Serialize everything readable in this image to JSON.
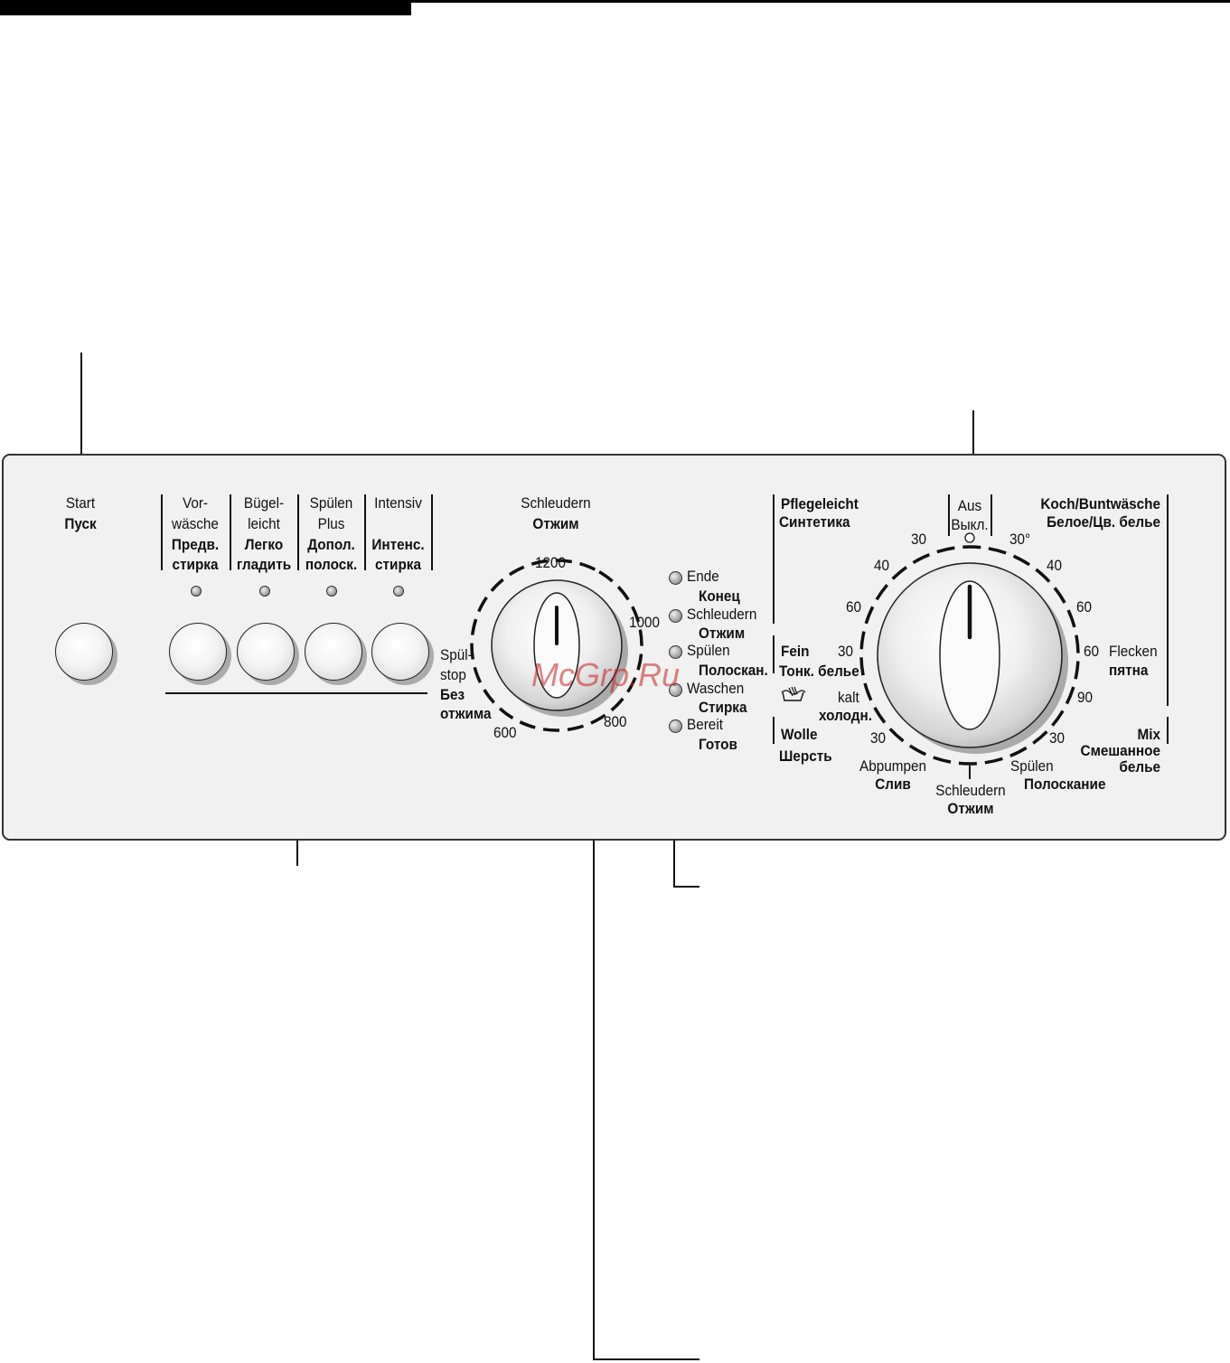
{
  "watermark": "McGrp.Ru",
  "start": {
    "de": "Start",
    "ru": "Пуск"
  },
  "options": [
    {
      "de1": "Vor-",
      "de2": "wäsche",
      "ru1": "Предв.",
      "ru2": "стирка"
    },
    {
      "de1": "Bügel-",
      "de2": "leicht",
      "ru1": "Легко",
      "ru2": "гладить"
    },
    {
      "de1": "Spülen",
      "de2": "Plus",
      "ru1": "Допол.",
      "ru2": "полоск."
    },
    {
      "de1": "Intensiv",
      "de2": "",
      "ru1": "Интенс.",
      "ru2": "стирка"
    }
  ],
  "spin": {
    "title_de": "Schleudern",
    "title_ru": "Отжим",
    "v1200": "1200",
    "v1000": "1000",
    "v800": "800",
    "v600": "600",
    "stop_de1": "Spül-",
    "stop_de2": "stop",
    "stop_ru1": "Без",
    "stop_ru2": "отжима"
  },
  "status": [
    {
      "de": "Ende",
      "ru": "Конец"
    },
    {
      "de": "Schleudern",
      "ru": "Отжим"
    },
    {
      "de": "Spülen",
      "ru": "Полоскан."
    },
    {
      "de": "Waschen",
      "ru": "Стирка"
    },
    {
      "de": "Bereit",
      "ru": "Готов"
    }
  ],
  "program": {
    "off_de": "Aus",
    "off_ru": "Выкл.",
    "pflege_de": "Pflegeleicht",
    "pflege_ru": "Синтетика",
    "koch_de": "Koch/Buntwäsche",
    "koch_ru": "Белое/Цв. белье",
    "fein_de": "Fein",
    "fein_ru": "Тонк. белье",
    "wolle_de": "Wolle",
    "wolle_ru": "Шерсть",
    "kalt_de": "kalt",
    "kalt_ru": "холодн.",
    "flecken_de": "Flecken",
    "flecken_ru": "пятна",
    "mix_de": "Mix",
    "mix_ru1": "Смешанное",
    "mix_ru2": "белье",
    "abpumpen_de": "Abpumpen",
    "abpumpen_ru": "Слив",
    "schleudern_de": "Schleudern",
    "schleudern_ru": "Отжим",
    "spuelen_de": "Spülen",
    "spuelen_ru": "Полоскание",
    "t_p30": "30",
    "t_p40": "40",
    "t_p60": "60",
    "t_k30": "30°",
    "t_k40": "40",
    "t_k60": "60",
    "t_k60b": "60",
    "t_k90": "90",
    "t_f30": "30",
    "t_w30": "30",
    "t_m30": "30"
  }
}
